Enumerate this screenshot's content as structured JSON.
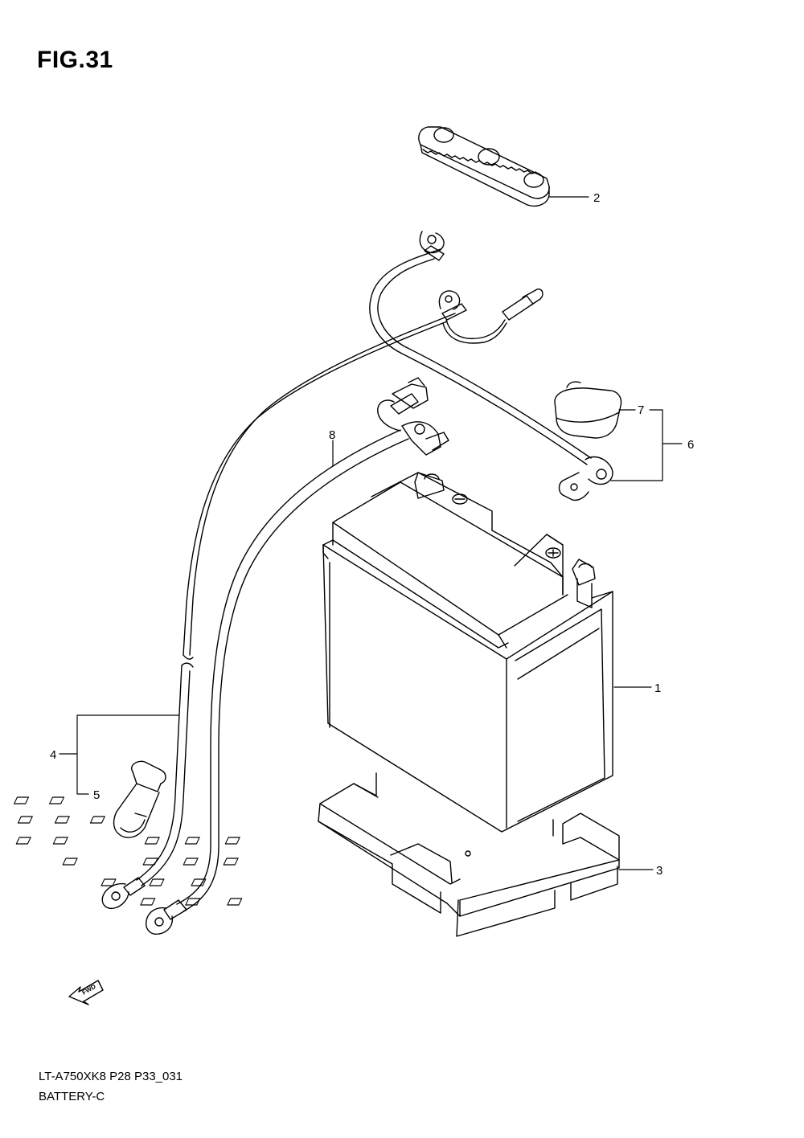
{
  "figure": {
    "title": "FIG.31"
  },
  "footer": {
    "model_code": "LT-A750XK8 P28 P33_031",
    "section": "BATTERY-C"
  },
  "fwd_label": "FWD",
  "callouts": [
    {
      "id": "1",
      "label": "1"
    },
    {
      "id": "2",
      "label": "2"
    },
    {
      "id": "3",
      "label": "3"
    },
    {
      "id": "4",
      "label": "4"
    },
    {
      "id": "5",
      "label": "5"
    },
    {
      "id": "6",
      "label": "6"
    },
    {
      "id": "7",
      "label": "7"
    },
    {
      "id": "8",
      "label": "8"
    }
  ],
  "battery_terminals": {
    "negative": "−",
    "positive": "+"
  }
}
